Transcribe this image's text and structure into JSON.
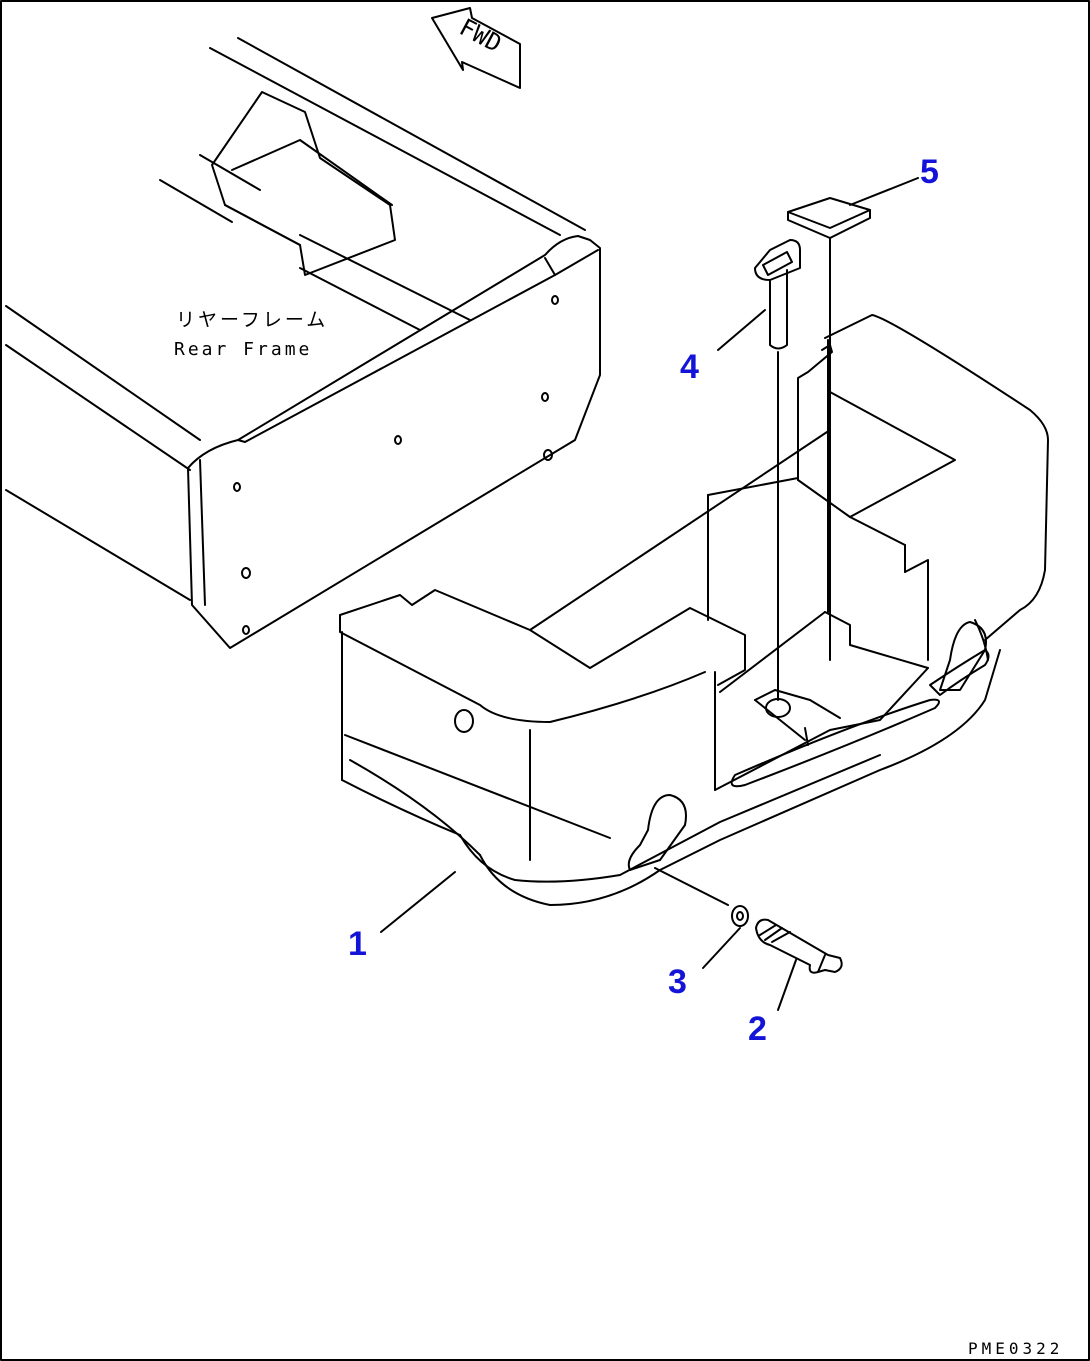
{
  "labels": {
    "fwd": "FWD",
    "rear_frame_jp": "リヤーフレーム",
    "rear_frame_en": "Rear Frame",
    "drawing_code": "PME0322"
  },
  "callouts": [
    "1",
    "2",
    "3",
    "4",
    "5"
  ],
  "colors": {
    "callout": "#1414d8",
    "line": "#000000",
    "background": "#ffffff"
  }
}
